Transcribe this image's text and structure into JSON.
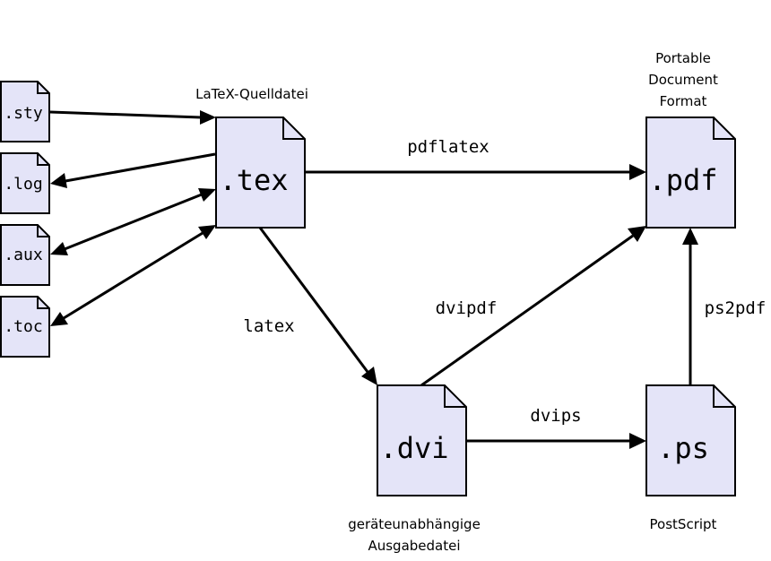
{
  "colors": {
    "doc_fill": "#e4e4f8",
    "stroke": "#000000",
    "background": "#ffffff"
  },
  "nodes": {
    "sty": ".sty",
    "log": ".log",
    "aux": ".aux",
    "toc": ".toc",
    "tex": ".tex",
    "pdf": ".pdf",
    "dvi": ".dvi",
    "ps": ".ps"
  },
  "captions": {
    "tex": "LaTeX-Quelldatei",
    "pdf": [
      "Portable",
      "Document",
      "Format"
    ],
    "dvi": [
      "geräteunabhängige",
      "Ausgabedatei"
    ],
    "ps": "PostScript"
  },
  "edges": {
    "pdflatex": "pdflatex",
    "latex": "latex",
    "dvipdf": "dvipdf",
    "dvips": "dvips",
    "ps2pdf": "ps2pdf"
  }
}
